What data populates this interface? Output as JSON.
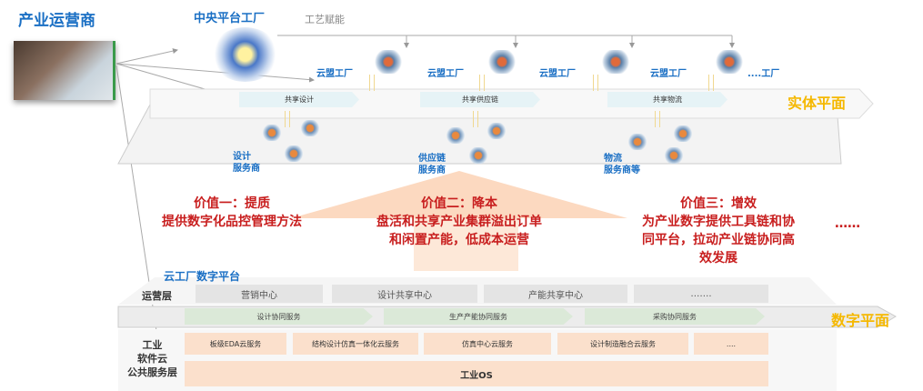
{
  "operator": {
    "title": "产业运营商"
  },
  "central": {
    "title": "中央平台工厂",
    "enable": "工艺赋能"
  },
  "factories": [
    "云盟工厂",
    "云盟工厂",
    "云盟工厂",
    "云盟工厂",
    "....工厂"
  ],
  "entity": {
    "label": "实体平面",
    "shared": [
      "共享设计",
      "共享供应链",
      "共享物流"
    ],
    "providers": [
      {
        "l1": "设计",
        "l2": "服务商"
      },
      {
        "l1": "供应链",
        "l2": "服务商"
      },
      {
        "l1": "物流",
        "l2": "服务商等"
      }
    ]
  },
  "values": [
    {
      "title": "价值一：提质",
      "lines": [
        "提供数字化品控管理方法"
      ]
    },
    {
      "title": "价值二：降本",
      "lines": [
        "盘活和共享产业集群溢出订单",
        "和闲置产能，低成本运营"
      ]
    },
    {
      "title": "价值三：增效",
      "lines": [
        "为产业数字提供工具链和协",
        "同平台，拉动产业链协同高",
        "效发展"
      ]
    }
  ],
  "ellipsis": "……",
  "platform": {
    "title": "云工厂数字平台",
    "ops_label": "运营层",
    "ops": [
      "营销中心",
      "设计共享中心",
      "产能共享中心",
      "……."
    ],
    "collab": [
      "设计协同服务",
      "生产产能协同服务",
      "采购协同服务"
    ],
    "digital_label": "数字平面",
    "layer_label": [
      "工业",
      "软件云",
      "公共服务层"
    ],
    "services": [
      "板级EDA云服务",
      "结构设计仿真一体化云服务",
      "仿真中心云服务",
      "设计制造融合云服务",
      "...."
    ],
    "os": "工业OS"
  },
  "colors": {
    "blue": "#1a6fc4",
    "red": "#c81e1e",
    "orange": "#f5b800"
  }
}
